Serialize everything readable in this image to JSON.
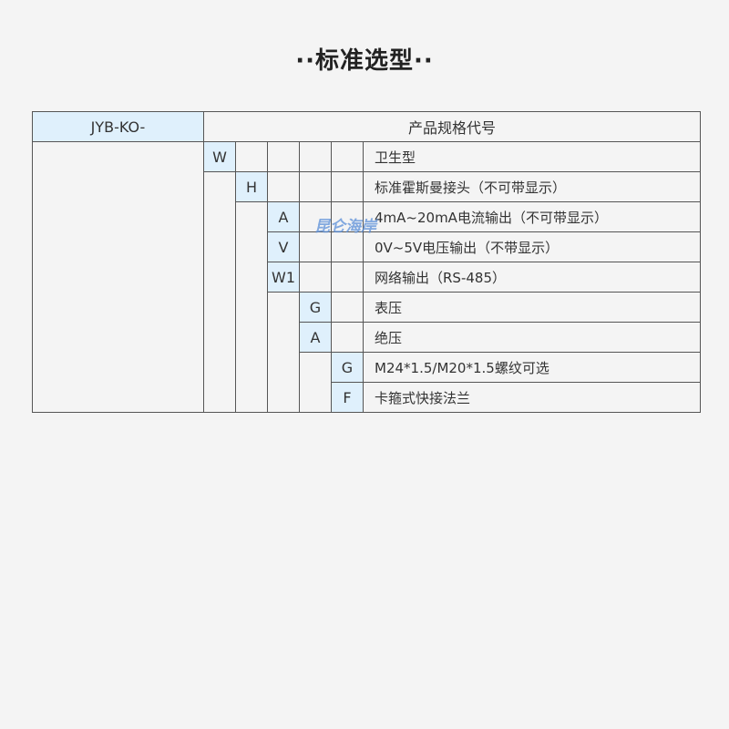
{
  "title": "··标准选型··",
  "model_prefix": "JYB-KO-",
  "header_desc": "产品规格代号",
  "watermark": "昆仑海岸",
  "rows": [
    {
      "code": "W",
      "desc": "卫生型"
    },
    {
      "code": "H",
      "desc": "标准霍斯曼接头（不可带显示）"
    },
    {
      "code": "A",
      "desc": "4mA~20mA电流输出（不可带显示）"
    },
    {
      "code": "V",
      "desc": "0V~5V电压输出（不带显示）"
    },
    {
      "code": "W1",
      "desc": "网络输出（RS-485）"
    },
    {
      "code": "G",
      "desc": "表压"
    },
    {
      "code": "A",
      "desc": "绝压"
    },
    {
      "code": "G",
      "desc": "M24*1.5/M20*1.5螺纹可选"
    },
    {
      "code": "F",
      "desc": "卡箍式快接法兰"
    }
  ]
}
